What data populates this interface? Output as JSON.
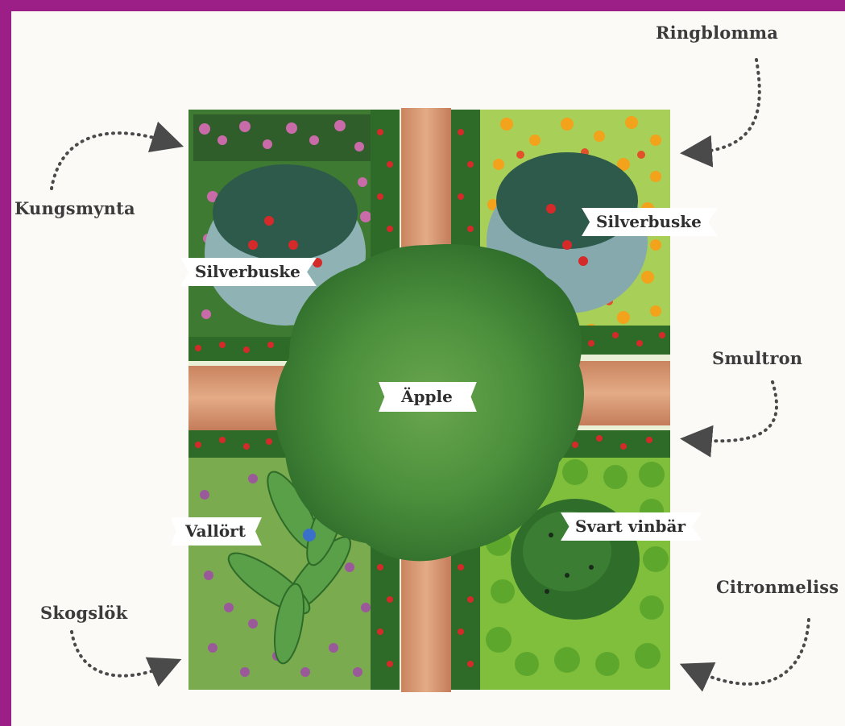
{
  "labels": {
    "kungsmynta": "Kungsmynta",
    "ringblomma": "Ringblomma",
    "smultron": "Smultron",
    "citronmeliss": "Citronmeliss",
    "skogslok": "Skogslök",
    "silverbuske_left": "Silverbuske",
    "silverbuske_right": "Silverbuske",
    "apple": "Äpple",
    "vallort": "Vallört",
    "svart_vinbar": "Svart vinbär"
  },
  "colors": {
    "border": "#9b1f86",
    "path": "#d79a77",
    "apple_canopy": "#3f8a3a",
    "strawberry_hedge": "#2f6b28",
    "berry_red": "#d42a2a",
    "ringblomma_flower": "#f3a21c",
    "kungsmynta_flower": "#c96ba8",
    "silverbuske": "#6c9aa5",
    "vallort_leaf": "#5aa048",
    "citronmeliss": "#7fbf3c",
    "arrow": "#4a4a4a"
  },
  "icons": [
    "arrow-kungsmynta-icon",
    "arrow-ringblomma-icon",
    "arrow-smultron-icon",
    "arrow-citronmeliss-icon",
    "arrow-skogslok-icon"
  ]
}
